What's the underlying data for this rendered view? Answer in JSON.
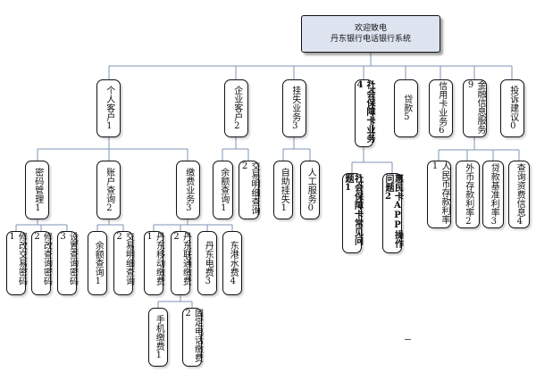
{
  "root": {
    "line1": "欢迎致电",
    "line2": "丹东银行电话银行系统"
  },
  "level1": {
    "personal": "个人客户1",
    "corporate": "企业客户2",
    "loss": "挂失业务3",
    "social": "社会保障卡业务4",
    "loan": "贷款5",
    "credit": "信用卡业务6",
    "finance": "金融信息服务9",
    "complaint": "投诉建议0"
  },
  "level2": {
    "password": "密码管理1",
    "account": "账户查询2",
    "payment": "缴费业务3",
    "corp_balance": "余额查询1",
    "corp_detail": "交易明细查询2",
    "self_loss": "自助挂失1",
    "manual": "人工服务0",
    "social_faq": "社会保障卡常见问题1",
    "huimin_app": "惠民卡APP操作问题2",
    "rmb_rate": "人民币存款利率1",
    "fx_rate": "外币存款利率2",
    "loan_rate": "贷款基准利率3",
    "fund_info": "查询资费信息4"
  },
  "level3": {
    "modify_trade": "修改交易密码1",
    "modify_query": "修改查询密码2",
    "set_query": "设置查询密码3",
    "balance": "余额查询1",
    "detail": "交易明细查询2",
    "mobile": "丹东移动缴费1",
    "unicom": "丹东联通缴费2",
    "telecom": "丹东电费3",
    "water": "东港水费4"
  },
  "level4": {
    "phone": "手机缴费1",
    "fixed": "固定电话缴费2"
  }
}
